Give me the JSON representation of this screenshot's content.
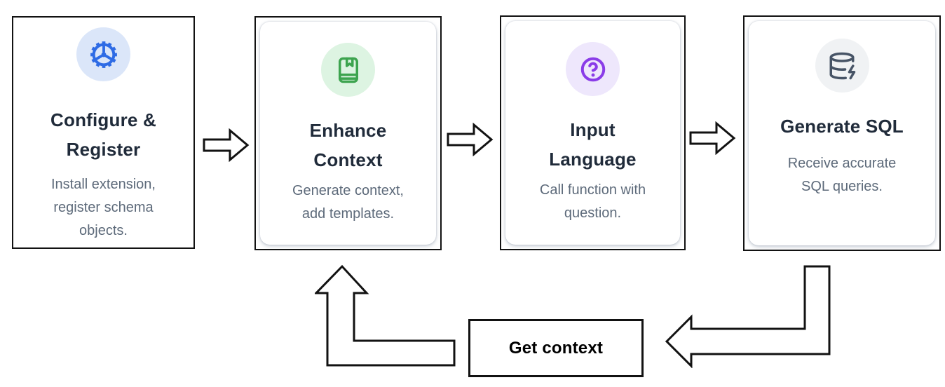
{
  "diagram": {
    "cards": [
      {
        "id": "configure-register",
        "title_lines": [
          "Configure &",
          "Register"
        ],
        "desc_lines": [
          "Install extension,",
          "register schema",
          "objects."
        ],
        "icon": "gear-icon",
        "icon_color": "#2e6be5",
        "icon_bg": "#dbe6f9"
      },
      {
        "id": "enhance-context",
        "title_lines": [
          "Enhance",
          "Context"
        ],
        "desc_lines": [
          "Generate context,",
          "add templates."
        ],
        "icon": "book-icon",
        "icon_color": "#3da44f",
        "icon_bg": "#ddf4e2"
      },
      {
        "id": "input-language",
        "title_lines": [
          "Input",
          "Language"
        ],
        "desc_lines": [
          "Call function with",
          "question."
        ],
        "icon": "help-circle-icon",
        "icon_color": "#8a3ce8",
        "icon_bg": "#eee7fc"
      },
      {
        "id": "generate-sql",
        "title_lines": [
          "Generate SQL"
        ],
        "desc_lines": [
          "Receive accurate",
          "SQL queries."
        ],
        "icon": "database-zap-icon",
        "icon_color": "#475466",
        "icon_bg": "#f0f2f4"
      }
    ],
    "loop_label": "Get context",
    "colors": {
      "background": "#ffffff",
      "card_border": "#121212",
      "arrow_outline": "#121212",
      "title_text": "#202b3a",
      "body_text": "#5d6a7a"
    }
  }
}
